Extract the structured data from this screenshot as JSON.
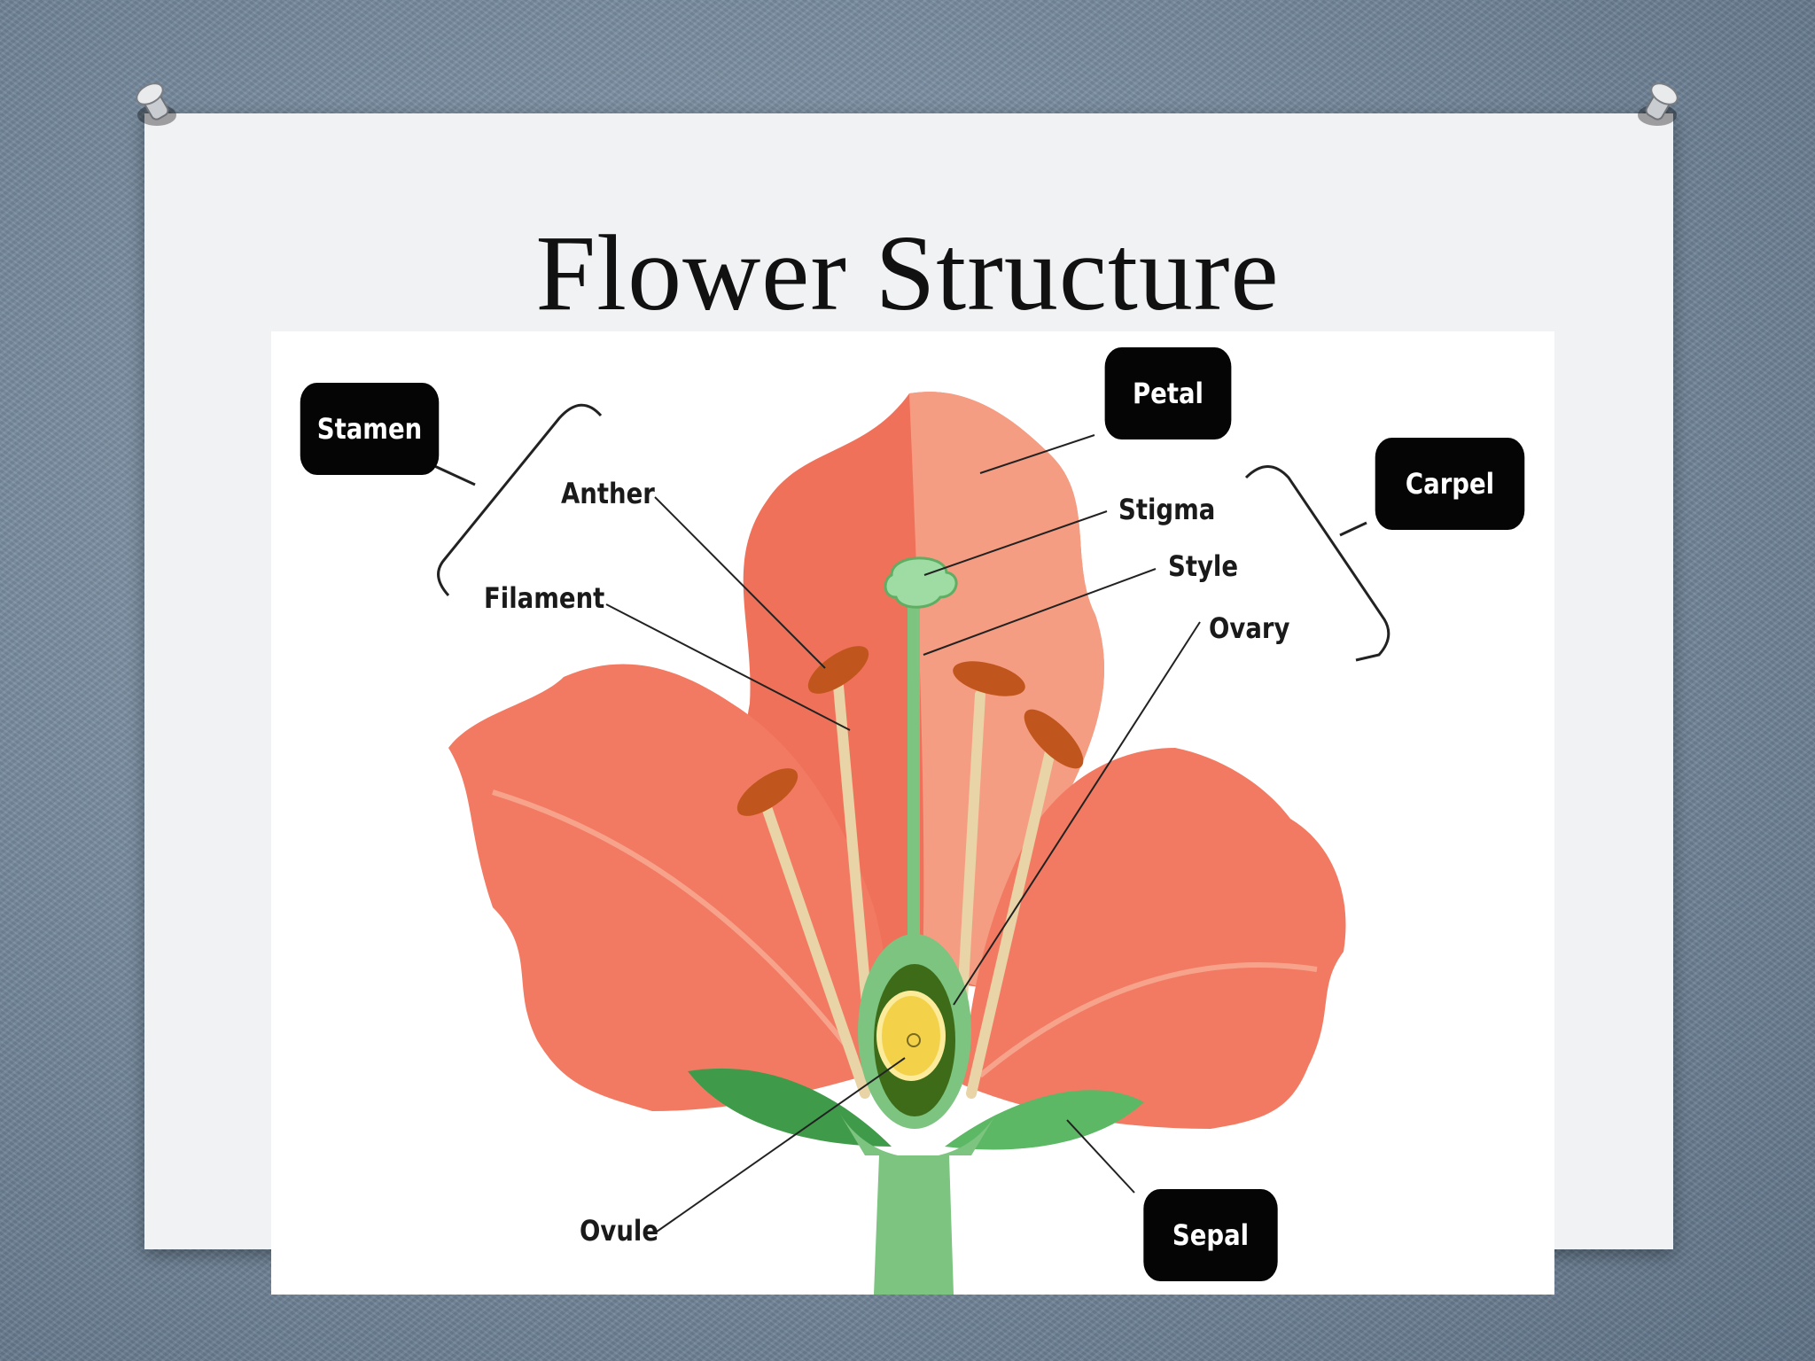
{
  "slide": {
    "title": "Flower Structure"
  },
  "diagram": {
    "group_labels": {
      "stamen": "Stamen",
      "petal": "Petal",
      "carpel": "Carpel",
      "sepal": "Sepal"
    },
    "part_labels": {
      "anther": "Anther",
      "filament": "Filament",
      "stigma": "Stigma",
      "style": "Style",
      "ovary": "Ovary",
      "ovule": "Ovule"
    },
    "colors": {
      "petal": "#f0715a",
      "petal_light": "#f6a48a",
      "anther": "#c0561d",
      "filament": "#e8d4a6",
      "pistil_green": "#7cc47f",
      "ovary_dark": "#3d6b18",
      "ovule_yellow": "#f3d24a",
      "sepal": "#4fae58",
      "label_box": "#050505"
    }
  }
}
